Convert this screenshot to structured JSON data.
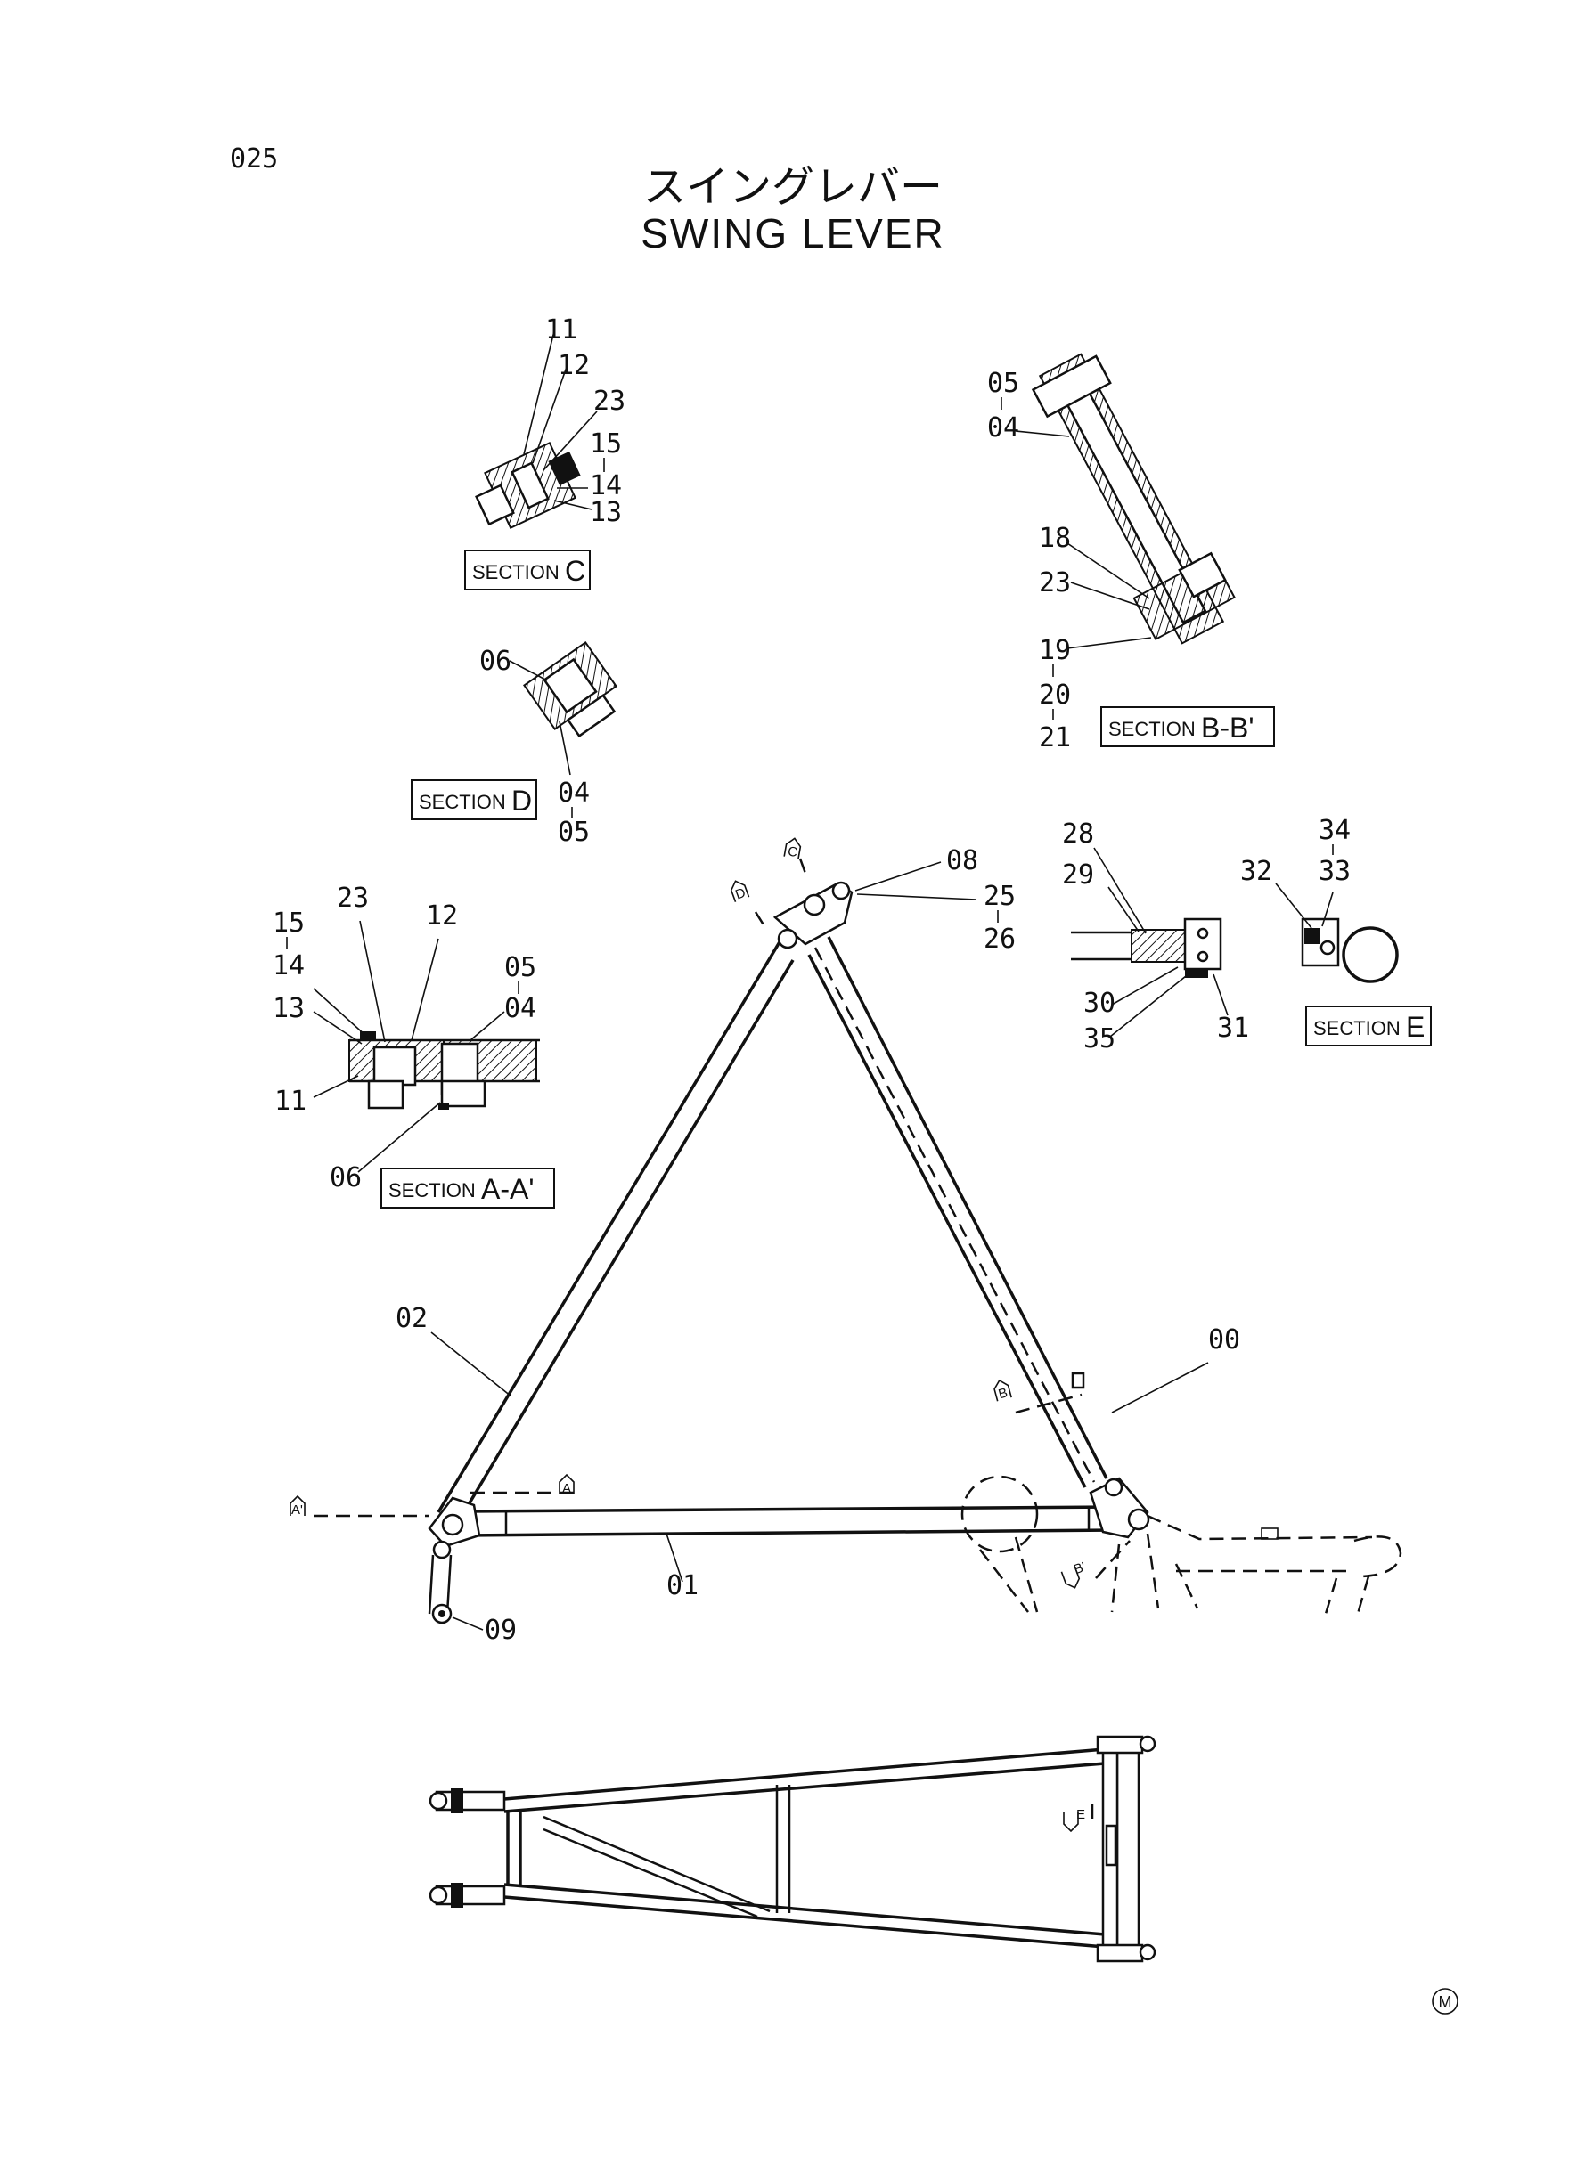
{
  "page_number": "025",
  "title_jp": "スイングレバー",
  "title_en": "SWING LEVER",
  "mark": "M",
  "sections": {
    "c": {
      "word": "SECTION",
      "letter": "C"
    },
    "d": {
      "word": "SECTION",
      "letter": "D"
    },
    "bb": {
      "word": "SECTION",
      "letter": "B-B'"
    },
    "e": {
      "word": "SECTION",
      "letter": "E"
    },
    "aa": {
      "word": "SECTION",
      "letter": "A-A'"
    }
  },
  "view_markers": {
    "a": "A",
    "a_prime": "A'",
    "b": "B",
    "b_prime": "B'",
    "c": "C",
    "d": "D",
    "e": "E"
  },
  "callouts": {
    "section_c": [
      "11",
      "12",
      "23",
      "15",
      "14",
      "13"
    ],
    "section_d": [
      "06",
      "04",
      "05"
    ],
    "section_bb": [
      "05",
      "04",
      "18",
      "23",
      "19",
      "20",
      "21"
    ],
    "section_e_left": [
      "28",
      "29",
      "30",
      "35",
      "31"
    ],
    "section_e_right": [
      "34",
      "33",
      "32"
    ],
    "section_aa": [
      "15",
      "14",
      "13",
      "23",
      "12",
      "05",
      "04",
      "11",
      "06"
    ],
    "main": [
      "08",
      "25",
      "26",
      "02",
      "00",
      "01",
      "09"
    ]
  }
}
